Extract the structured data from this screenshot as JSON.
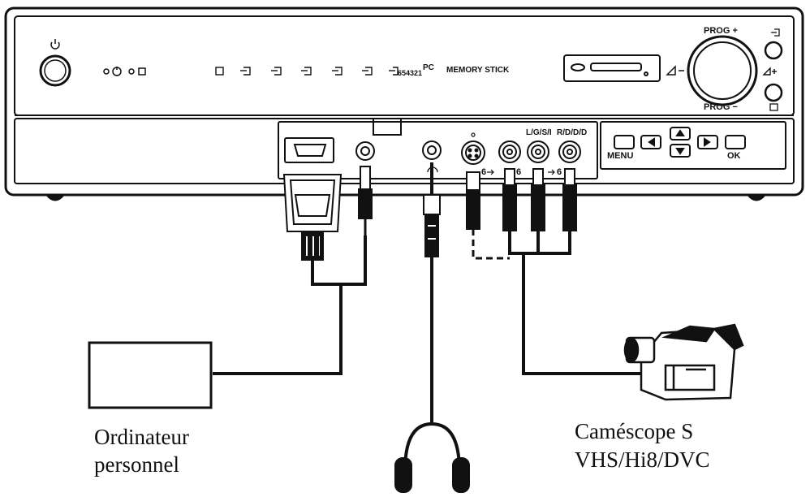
{
  "panel": {
    "prog_plus": "PROG +",
    "prog_minus": "PROG −",
    "memory_stick": "MEMORY STICK",
    "indicator_code": "654321",
    "pc_label": "PC",
    "menu_label": "MENU",
    "ok_label": "OK",
    "lgs_label": "L/G/S/I",
    "rddd_label": "R/D/D/D",
    "port_number": "6"
  },
  "devices": {
    "computer_label_line1": "Ordinateur",
    "computer_label_line2": "personnel",
    "camcorder_label_line1": "Caméscope S",
    "camcorder_label_line2": "VHS/Hi8/DVC"
  }
}
